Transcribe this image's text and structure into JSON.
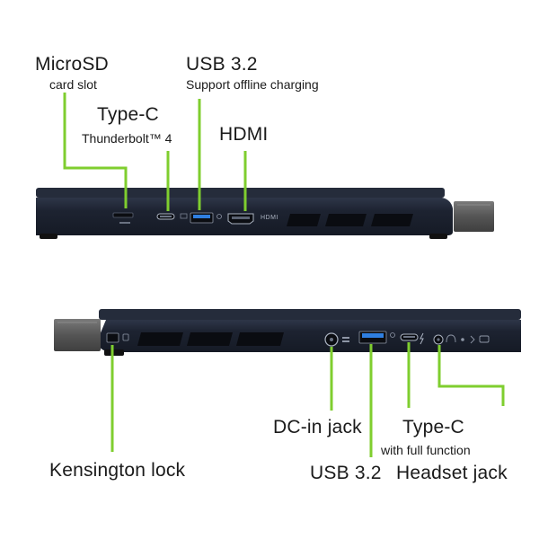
{
  "top_side": {
    "microsd": {
      "title": "MicroSD",
      "subtitle": "card slot"
    },
    "typec": {
      "title": "Type-C",
      "subtitle": "Thunderbolt™ 4"
    },
    "usb": {
      "title": "USB 3.2",
      "subtitle": "Support offline charging"
    },
    "hdmi": {
      "title": "HDMI"
    },
    "port_marking_hdmi": "HDMI"
  },
  "bottom_side": {
    "kensington": {
      "title": "Kensington lock"
    },
    "dcin": {
      "title": "DC-in jack"
    },
    "usb": {
      "title": "USB 3.2"
    },
    "typec": {
      "title": "Type-C",
      "subtitle": "with full function"
    },
    "headset": {
      "title": "Headset jack"
    }
  },
  "colors": {
    "callout": "#7fce2f",
    "chassis": "#1c2230",
    "chassis_edge": "#2c3445",
    "hinge": "#5c5c5c",
    "usb_blue": "#2f7fe0"
  },
  "icons": [
    "microsd-port-icon",
    "thunderbolt-port-icon",
    "usb-a-port-icon",
    "hdmi-port-icon",
    "kensington-slot-icon",
    "dc-jack-icon",
    "headset-jack-icon",
    "vent-icon"
  ]
}
